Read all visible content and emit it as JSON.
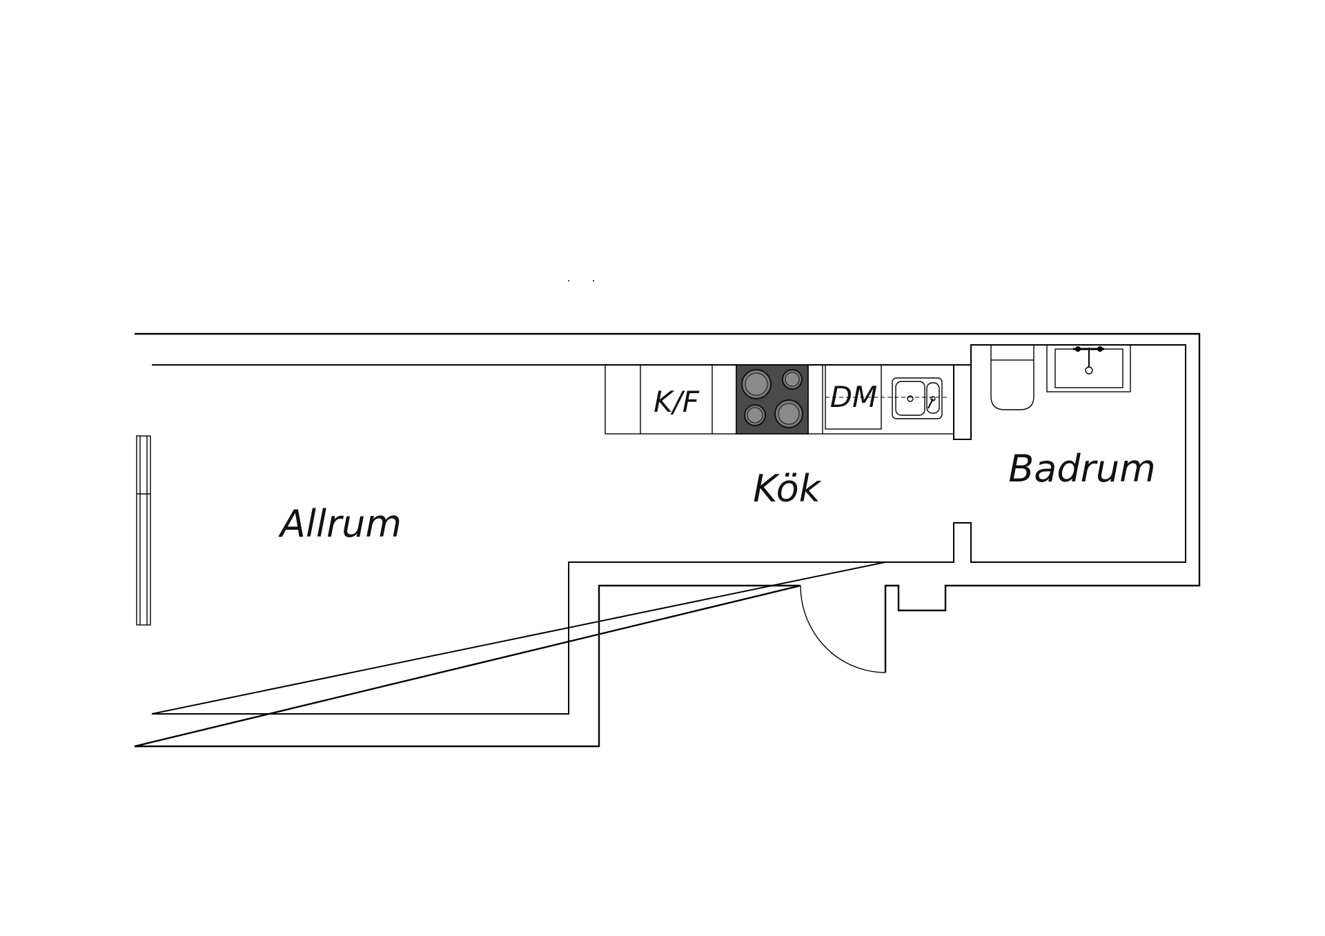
{
  "plan": {
    "rooms": [
      {
        "id": "allrum",
        "label": "Allrum"
      },
      {
        "id": "kok",
        "label": "Kök"
      },
      {
        "id": "badrum",
        "label": "Badrum"
      }
    ],
    "appliances": [
      {
        "id": "fridge",
        "label": "K/F"
      },
      {
        "id": "dishwasher",
        "label": "DM"
      }
    ]
  },
  "colors": {
    "wall": "#000000",
    "background": "#ffffff",
    "stove": "#4a4a4a"
  }
}
